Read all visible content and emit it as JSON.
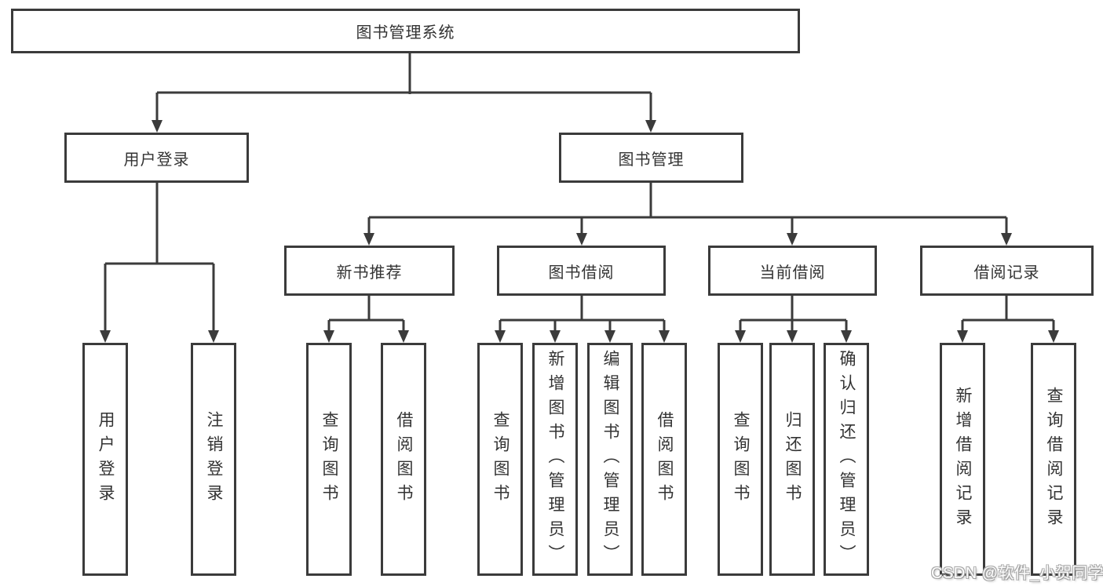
{
  "diagram_type": "hierarchy-tree",
  "root": {
    "label": "图书管理系统"
  },
  "branches": [
    {
      "label": "用户登录",
      "children": [
        {
          "label": "用户登录"
        },
        {
          "label": "注销登录"
        }
      ]
    },
    {
      "label": "图书管理",
      "children": [
        {
          "label": "新书推荐",
          "children": [
            {
              "label": "查询图书"
            },
            {
              "label": "借阅图书"
            }
          ]
        },
        {
          "label": "图书借阅",
          "children": [
            {
              "label": "查询图书"
            },
            {
              "label": "新增图书（管理员）"
            },
            {
              "label": "编辑图书（管理员）"
            },
            {
              "label": "借阅图书"
            }
          ]
        },
        {
          "label": "当前借阅",
          "children": [
            {
              "label": "查询图书"
            },
            {
              "label": "归还图书"
            },
            {
              "label": "确认归还（管理员）"
            }
          ]
        },
        {
          "label": "借阅记录",
          "children": [
            {
              "label": "新增借阅记录"
            },
            {
              "label": "查询借阅记录"
            }
          ]
        }
      ]
    }
  ],
  "watermark": {
    "text": "CSDN @软件_小贺同学"
  },
  "colors": {
    "line": "#3b3b3b",
    "node_border": "#3b3b3b",
    "text": "#333333",
    "node_background": "#ffffff",
    "watermark_text": "#fdfdfd"
  }
}
